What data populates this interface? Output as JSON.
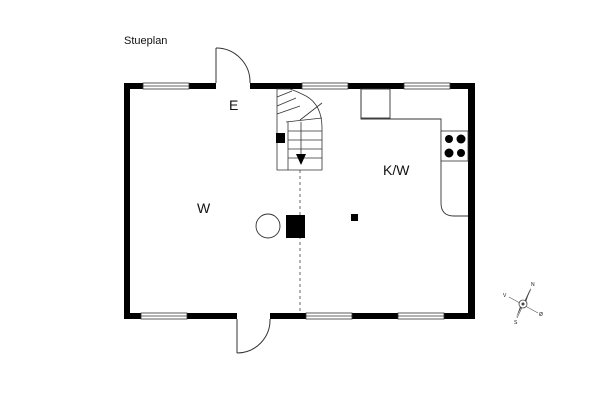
{
  "plan": {
    "title": "Stueplan",
    "rooms": {
      "entry": "E",
      "living": "W",
      "kitchen": "K/W"
    },
    "compass": {
      "n": "N",
      "s": "S",
      "v": "V",
      "o": "Ø"
    },
    "colors": {
      "wall": "#000000",
      "line": "#333333",
      "background": "#ffffff"
    }
  }
}
